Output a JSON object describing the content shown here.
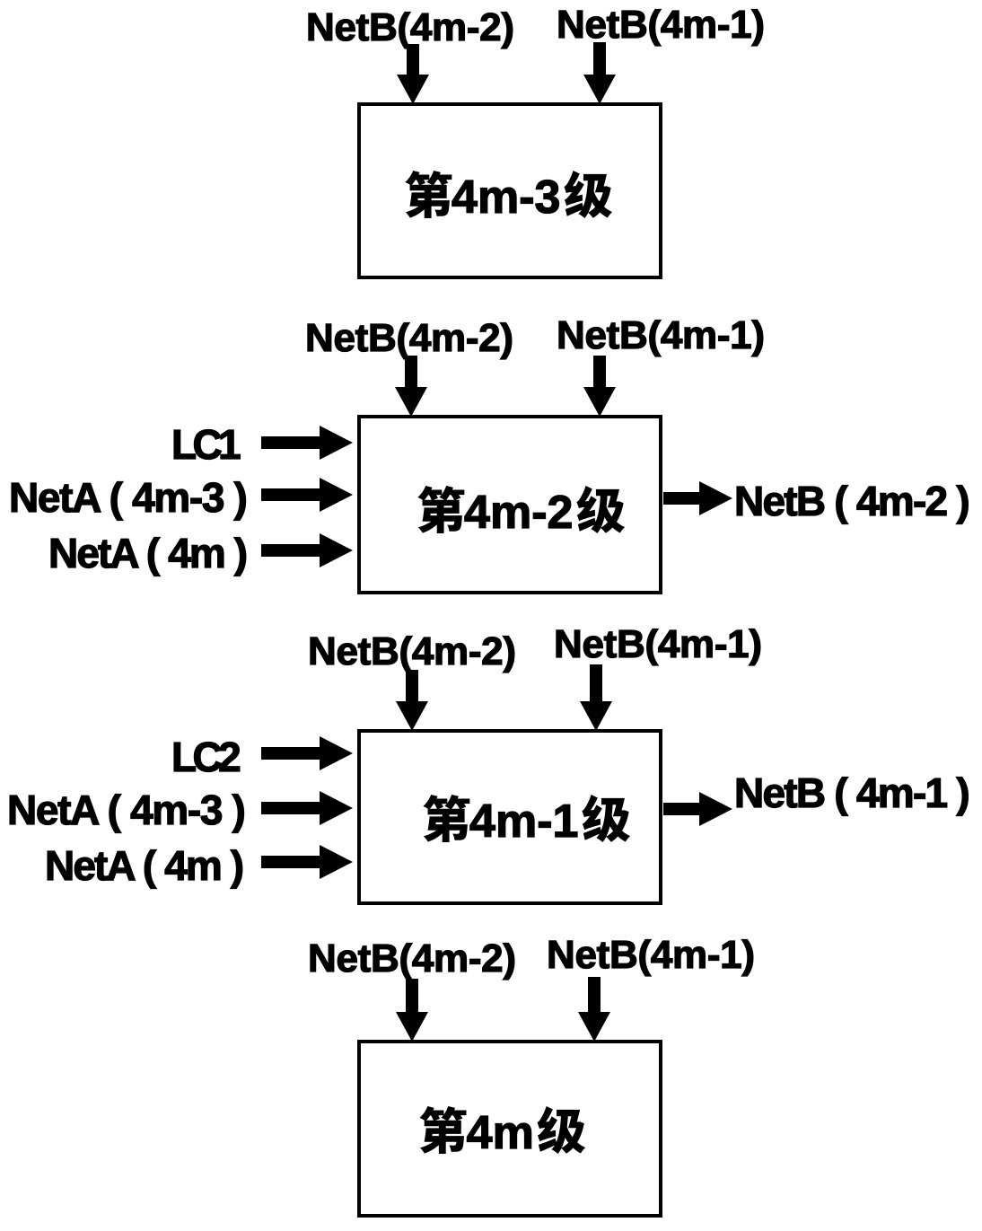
{
  "figure": {
    "background": "#ffffff",
    "ink": "#000000",
    "stages": [
      {
        "name": "第4m-3级",
        "name_parts": {
          "cjk_prefix": "第",
          "latin": "4m-3",
          "cjk_suffix": "级"
        },
        "top_inputs": [
          "NetB(4m-2)",
          "NetB(4m-1)"
        ],
        "left_inputs": [],
        "right_outputs": []
      },
      {
        "name": "第4m-2级",
        "name_parts": {
          "cjk_prefix": "第",
          "latin": "4m-2",
          "cjk_suffix": "级"
        },
        "top_inputs": [
          "NetB(4m-2)",
          "NetB(4m-1)"
        ],
        "left_inputs": [
          "LC1",
          "NetA ( 4m-3 )",
          "NetA ( 4m )"
        ],
        "right_outputs": [
          "NetB ( 4m-2 )"
        ]
      },
      {
        "name": "第4m-1级",
        "name_parts": {
          "cjk_prefix": "第",
          "latin": "4m-1",
          "cjk_suffix": "级"
        },
        "top_inputs": [
          "NetB(4m-2)",
          "NetB(4m-1)"
        ],
        "left_inputs": [
          "LC2",
          "NetA ( 4m-3 )",
          "NetA ( 4m )"
        ],
        "right_outputs": [
          "NetB ( 4m-1 )"
        ]
      },
      {
        "name": "第4m级",
        "name_parts": {
          "cjk_prefix": "第",
          "latin": "4m",
          "cjk_suffix": "级"
        },
        "top_inputs": [
          "NetB(4m-2)",
          "NetB(4m-1)"
        ],
        "left_inputs": [],
        "right_outputs": []
      }
    ]
  }
}
